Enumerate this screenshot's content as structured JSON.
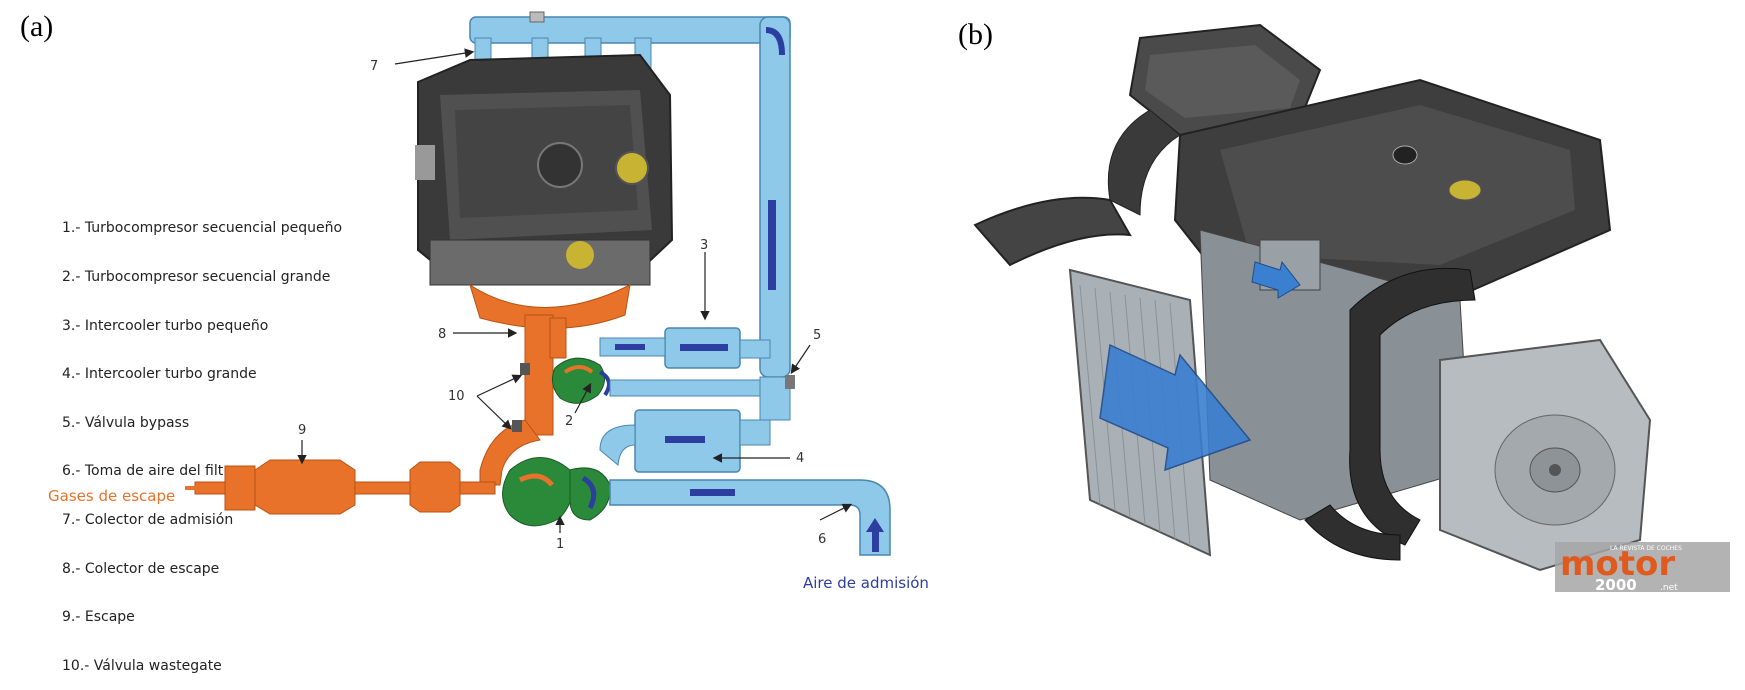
{
  "panels": {
    "a": "(a)",
    "b": "(b)"
  },
  "legend": [
    "1.- Turbocompresor secuencial pequeño",
    "2.- Turbocompresor secuencial grande",
    "3.- Intercooler turbo pequeño",
    "4.- Intercooler turbo grande",
    "5.- Válvula bypass",
    "6.- Toma de aire del filtro",
    "7.- Colector de admisión",
    "8.- Colector de escape",
    "9.- Escape",
    "10.- Válvula wastegate"
  ],
  "diagram": {
    "exhaust_label": "Gases de escape",
    "intake_label": "Aire de admisión",
    "callouts": {
      "n1": "1",
      "n2": "2",
      "n3": "3",
      "n4": "4",
      "n5": "5",
      "n6": "6",
      "n7": "7",
      "n8": "8",
      "n9": "9",
      "n10": "10"
    }
  },
  "watermark": {
    "brand": "motor",
    "number": "2000",
    "suffix": ".net",
    "tagline": "LA REVISTA DE COCHES"
  },
  "colors": {
    "intake": "#8fc9ea",
    "intake_dark": "#2c3ea0",
    "exhaust": "#e8722a",
    "turbo": "#2a8a3a",
    "engine": "#3a3a3a"
  }
}
